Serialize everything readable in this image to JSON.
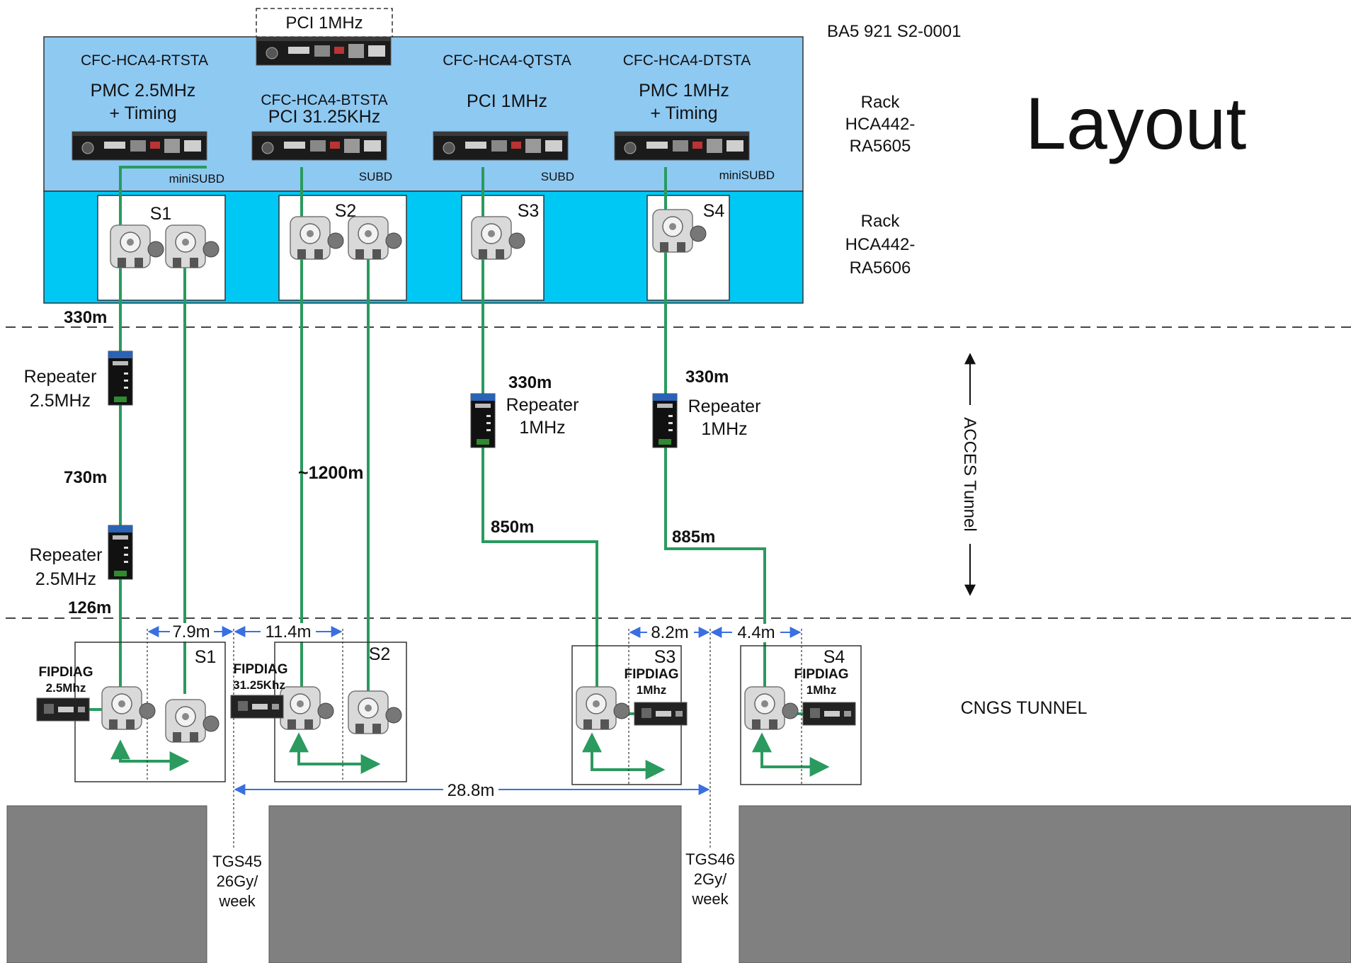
{
  "header": {
    "ref_code": "BA5 921 S2-0001",
    "title": "Layout",
    "rack_top": [
      "Rack",
      "HCA442-",
      "RA5605"
    ],
    "rack_bottom": [
      "Rack",
      "HCA442-",
      "RA5606"
    ],
    "top_device_label": "PCI 1MHz"
  },
  "crates": [
    {
      "name": "CFC-HCA4-RTSTA",
      "line1": "PMC 2.5MHz",
      "line2": "+ Timing",
      "connector": "miniSUBD"
    },
    {
      "name": "CFC-HCA4-BTSTA",
      "line1": "PCI 31.25KHz",
      "line2": "",
      "connector": "SUBD"
    },
    {
      "name": "CFC-HCA4-QTSTA",
      "line1": "PCI 1MHz",
      "line2": "",
      "connector": "SUBD"
    },
    {
      "name": "CFC-HCA4-DTSTA",
      "line1": "PMC 1MHz",
      "line2": "+ Timing",
      "connector": "miniSUBD"
    }
  ],
  "segments": [
    "S1",
    "S2",
    "S3",
    "S4"
  ],
  "distances": {
    "d330a": "330m",
    "d730": "730m",
    "d126": "126m",
    "d1200": "~1200m",
    "d330b": "330m",
    "d850": "850m",
    "d330c": "330m",
    "d885": "885m",
    "d7_9": "7.9m",
    "d11_4": "11.4m",
    "d8_2": "8.2m",
    "d4_4": "4.4m",
    "d28_8": "28.8m"
  },
  "repeaters": {
    "r1": [
      "Repeater",
      "2.5MHz"
    ],
    "r2": [
      "Repeater",
      "2.5MHz"
    ],
    "r3": [
      "Repeater",
      "1MHz"
    ],
    "r4": [
      "Repeater",
      "1MHz"
    ]
  },
  "fipdiag": {
    "f1": [
      "FIPDIAG",
      "2.5Mhz"
    ],
    "f2": [
      "FIPDIAG",
      "31.25Khz"
    ],
    "f3": [
      "FIPDIAG",
      "1Mhz"
    ],
    "f4": [
      "FIPDIAG",
      "1Mhz"
    ]
  },
  "zones": {
    "acces": "ACCES Tunnel",
    "cngs": "CNGS TUNNEL"
  },
  "tgs": {
    "tgs45": [
      "TGS45",
      "26Gy/",
      "week"
    ],
    "tgs46": [
      "TGS46",
      "2Gy/",
      "week"
    ]
  },
  "colors": {
    "rack_top": "#8ec9f2",
    "rack_bottom": "#00c8f5",
    "cable": "#2a9a5e",
    "dimension": "#3a6fe0",
    "wall": "#808080"
  }
}
